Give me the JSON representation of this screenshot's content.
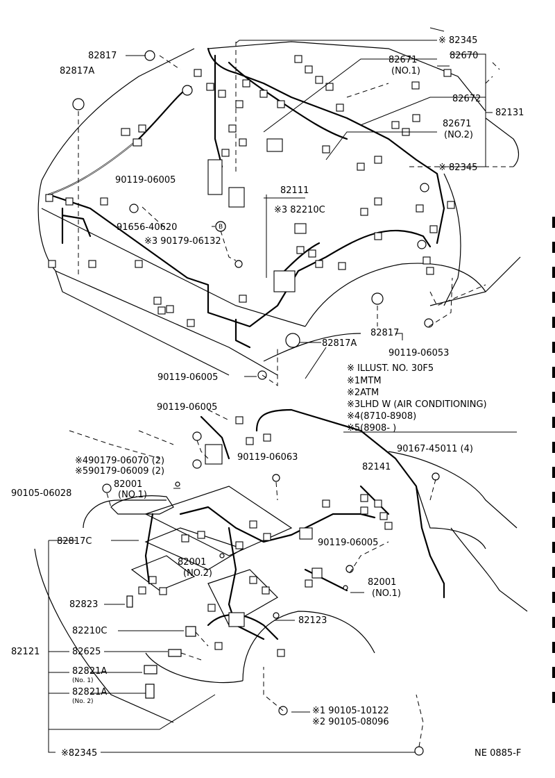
{
  "top": {
    "labels": {
      "p82345_a": "※ 82345",
      "p82817": "82817",
      "p82817a": "82817A",
      "p82671_1": "82671",
      "p82671_1_sub": "(NO.1)",
      "p82670": "82670",
      "p82672": "82672",
      "p82131": "82131",
      "p82671_2": "82671",
      "p82671_2_sub": "(NO.2)",
      "p82345_b": "※ 82345",
      "p90119_06005_a": "90119-06005",
      "p82111": "82111",
      "p82210c_3": "※3  82210C",
      "p91656": "91656-40620",
      "p91656_mark": "B",
      "p90179_06132": "※3  90179-06132",
      "p82817_b": "82817",
      "p90119_06053": "90119-06053",
      "p82817a_b": "82817A",
      "p90119_06005_b": "90119-06005"
    }
  },
  "legend": {
    "title": "※  ILLUST. NO. 30F5",
    "items": [
      "※1MTM",
      "※2ATM",
      "※3LHD W (AIR CONDITIONING)",
      "※4(8710-8908)",
      "※5(8908-          )"
    ]
  },
  "bottom": {
    "labels": {
      "p90119_06005_c": "90119-06005",
      "p90179_06070": "※490179-06070 (2)",
      "p90179_06009": "※590179-06009 (2)",
      "p90119_06063": "90119-06063",
      "p82141": "82141",
      "p90167": "90167-45011 (4)",
      "p90105_06028": "90105-06028",
      "p82001_1": "82001",
      "p82001_1_sub": "(NO.1)",
      "p82817c": "82817C",
      "p82001_2": "82001",
      "p82001_2_sub": "(NO.2)",
      "p90119_06005_d": "90119-06005",
      "p82001_3": "82001",
      "p82001_3_sub": "(NO.1)",
      "p82823": "82823",
      "p82123": "82123",
      "p82210c": "82210C",
      "p82121": "82121",
      "p82625": "82625",
      "p82821a_1": "82821A",
      "p82821a_1_sub": "(No. 1)",
      "p82821a_2": "82821A",
      "p82821a_2_sub": "(No. 2)",
      "p90105_10122": "※1  90105-10122",
      "p90105_08096": "※2  90105-08096",
      "p82345_c": "※82345",
      "code": "NE 0885-F"
    }
  }
}
